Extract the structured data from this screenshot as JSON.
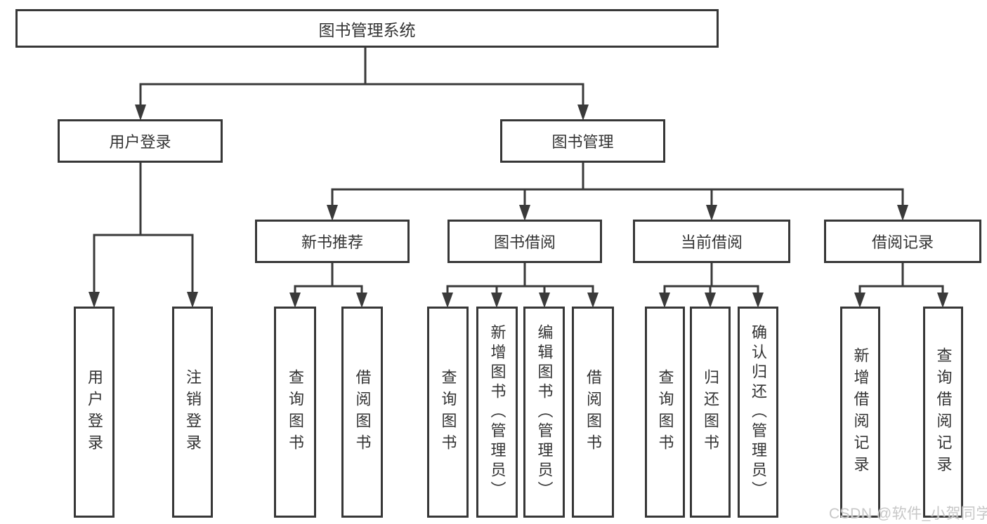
{
  "diagram": {
    "type": "hierarchy-tree",
    "nodes": {
      "root": "图书管理系统",
      "user_login": "用户登录",
      "book_mgmt": "图书管理",
      "leaf_user_login": "用户登录",
      "leaf_logout": "注销登录",
      "new_book_rec": "新书推荐",
      "book_borrow": "图书借阅",
      "current_borrow": "当前借阅",
      "borrow_records": "借阅记录",
      "rec_query_book": "查询图书",
      "rec_borrow_book": "借阅图书",
      "bb_query_book": "查询图书",
      "bb_add_book": "新增图书（管理员）",
      "bb_edit_book": "编辑图书（管理员）",
      "bb_borrow_book": "借阅图书",
      "cb_query_book": "查询图书",
      "cb_return_book": "归还图书",
      "cb_confirm_return": "确认归还（管理员）",
      "br_add_record": "新增借阅记录",
      "br_query_record": "查询借阅记录"
    },
    "hierarchy": {
      "图书管理系统": {
        "用户登录": [
          "用户登录",
          "注销登录"
        ],
        "图书管理": {
          "新书推荐": [
            "查询图书",
            "借阅图书"
          ],
          "图书借阅": [
            "查询图书",
            "新增图书（管理员）",
            "编辑图书（管理员）",
            "借阅图书"
          ],
          "当前借阅": [
            "查询图书",
            "归还图书",
            "确认归还（管理员）"
          ],
          "借阅记录": [
            "新增借阅记录",
            "查询借阅记录"
          ]
        }
      }
    },
    "colors": {
      "border": "#373737",
      "line": "#3a3a3a",
      "text": "#333333",
      "background": "#ffffff",
      "watermark": "#c7c7c7"
    }
  },
  "watermark": "CSDN @软件_小贺同学"
}
